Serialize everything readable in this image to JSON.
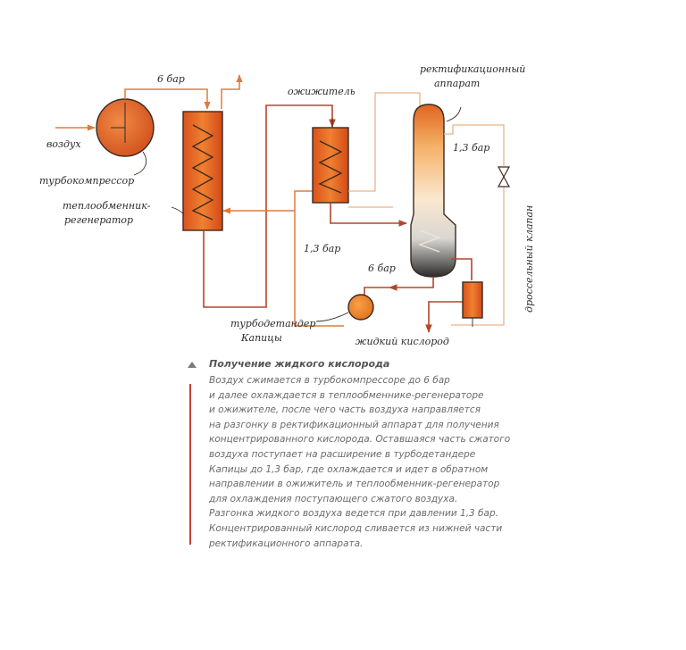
{
  "diagram": {
    "labels": {
      "air": "воздух",
      "turbocompressor": "турбокомпрессор",
      "heat_exchanger": "теплообменник-",
      "heat_exchanger_2": "регенератор",
      "liquefier": "ожижитель",
      "rectification": "ректификационный",
      "rectification_2": "аппарат",
      "pressure_6_top": "6 бар",
      "pressure_13_column": "1,3 бар",
      "pressure_13_return": "1,3 бар",
      "pressure_6_bottom": "6 бар",
      "throttle_valve": "дроссельный клапан",
      "turboexpander": "турбодетандер",
      "turboexpander_2": "Капицы",
      "liquid_oxygen": "жидкий кислород"
    },
    "colors": {
      "pipe": "#b5452b",
      "pipe_light": "#e07a3d",
      "equipment": "#e06a2a",
      "equipment_light": "#f4a257"
    }
  },
  "caption": {
    "title": "Получение жидкого кислорода",
    "lines": [
      "Воздух сжимается в турбокомпрессоре до 6 бар",
      "и далее охлаждается в теплообменнике-регенераторе",
      "и ожижителе, после чего часть воздуха направляется",
      "на разгонку в ректификационный аппарат для получения",
      "концентрированного кислорода. Оставшаяся часть сжатого",
      "воздуха поступает на расширение в турбодетандере",
      "Капицы до 1,3 бар, где охлаждается и идет в обратном",
      "направлении в ожижитель и теплообменник-регенератор",
      "для охлаждения поступающего сжатого воздуха.",
      "Разгонка жидкого воздуха ведется при давлении 1,3 бар.",
      "Концентрированный кислород сливается из нижней части",
      "ректификационного аппарата."
    ]
  }
}
